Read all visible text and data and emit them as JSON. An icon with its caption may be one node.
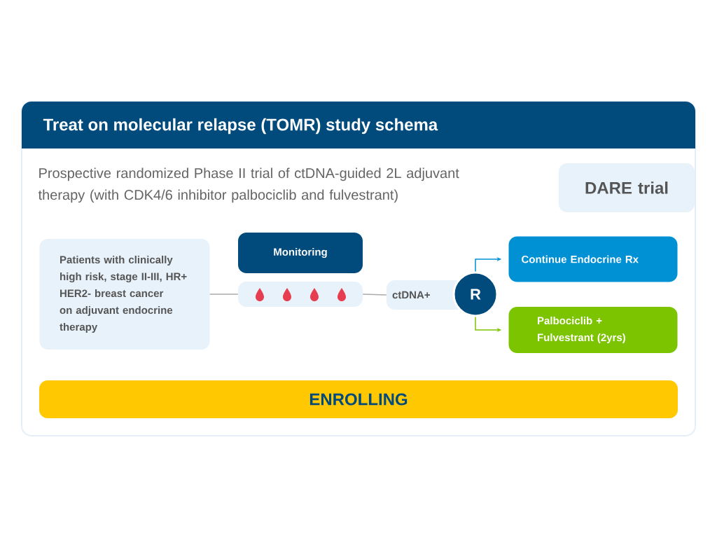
{
  "diagram": {
    "title": "Treat on molecular relapse (TOMR) study schema",
    "nodes": [
      {
        "text": [
          "Patients with clinically high risk, stage II-III, HR+ HER2- breast cancer on adjuvant endocrine therapy"
        ]
      },
      {
        "text": [
          "Monitoring"
        ]
      },
      {
        "text": [],
        "shape": "bar"
      },
      {
        "text": [
          "ctDNA+"
        ]
      },
      {
        "text": [
          "R"
        ]
      },
      {
        "text": [
          "Continue Endocrine Rx"
        ]
      },
      {
        "text": [
          "Palbociclib + Fulvestrant (2yrs)"
        ]
      },
      {
        "text": [
          "DARE trial"
        ]
      },
      {
        "text": [
          "ENROLLING"
        ]
      }
    ],
    "edges": [
      {
        "from": 0,
        "to": 2,
        "arrow": "none"
      },
      {
        "from": 2,
        "to": 3,
        "arrow": "none"
      },
      {
        "from": 4,
        "to": 5,
        "arrow": "to",
        "color": "#0090d4"
      },
      {
        "from": 4,
        "to": 6,
        "arrow": "to",
        "color": "#7dc400"
      }
    ],
    "labels": [
      "Prospective randomized Phase II trial of ctDNA-guided 2L adjuvant therapy (with CDK4/6 inhibitor palbociclib and fulvestrant)"
    ]
  }
}
